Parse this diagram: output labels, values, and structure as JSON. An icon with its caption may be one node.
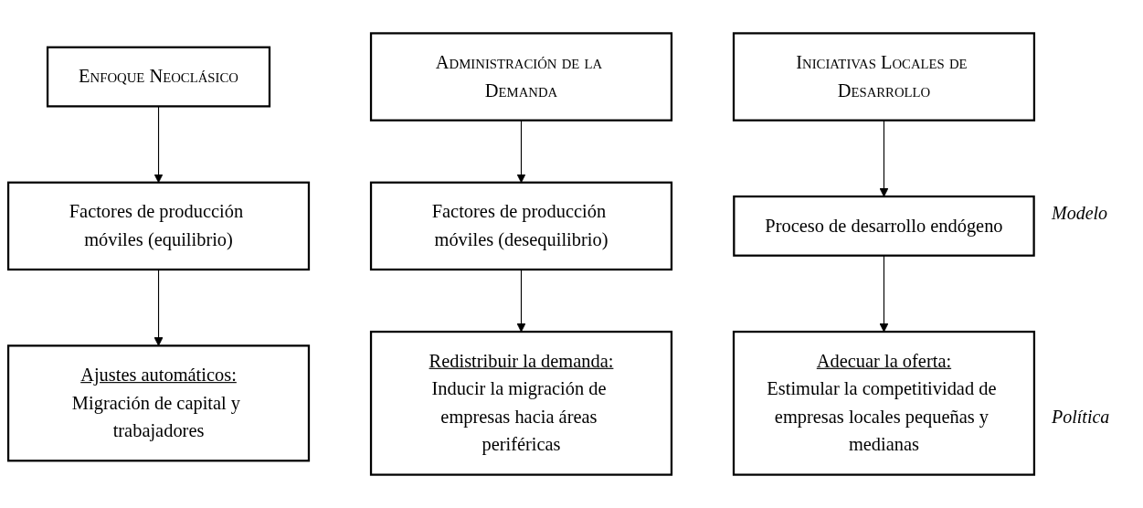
{
  "diagram": {
    "nodes": [
      {
        "text": [
          "Enfoque Neoclásico"
        ]
      },
      {
        "text": [
          "Administración de la Demanda"
        ]
      },
      {
        "text": [
          "Iniciativas Locales de Desarrollo"
        ]
      },
      {
        "text": [
          "Factores de producción móviles (equilibrio)"
        ]
      },
      {
        "text": [
          "Factores de producción móviles (desequilibrio)"
        ]
      },
      {
        "text": [
          "Proceso de desarrollo endógeno"
        ]
      },
      {
        "text": [
          "Ajustes automáticos:",
          "Migración de capital y trabajadores"
        ]
      },
      {
        "text": [
          "Redistribuir la demanda:",
          "Inducir la migración de empresas hacia áreas periféricas"
        ]
      },
      {
        "text": [
          "Adecuar la oferta:",
          "Estimular la competitividad de empresas locales pequeñas y medianas"
        ]
      }
    ],
    "edges": [
      {
        "from": 0,
        "to": 3,
        "arrow": "to"
      },
      {
        "from": 3,
        "to": 6,
        "arrow": "to"
      },
      {
        "from": 1,
        "to": 4,
        "arrow": "to"
      },
      {
        "from": 4,
        "to": 7,
        "arrow": "to"
      },
      {
        "from": 2,
        "to": 5,
        "arrow": "to"
      },
      {
        "from": 5,
        "to": 8,
        "arrow": "to"
      }
    ],
    "labels": [
      "Modelo",
      "Política"
    ]
  }
}
